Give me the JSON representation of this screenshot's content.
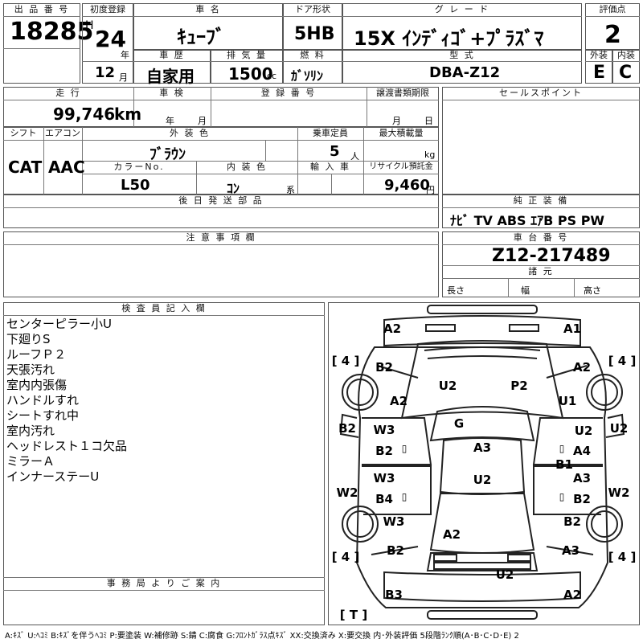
{
  "header": {
    "lot_label": "出 品 番 号",
    "lot_number": "18285",
    "first_reg_label": "初度登録",
    "era": "H",
    "year": "24",
    "year_unit": "年",
    "month": "12",
    "month_unit": "月",
    "car_name_label": "車  名",
    "car_name": "ｷｭｰﾌﾞ",
    "door_label": "ドア形状",
    "door": "5HB",
    "grade_label": "グ レ ー ド",
    "grade": "15X ｲﾝﾃﾞｨｺﾞ+ﾌﾟﾗｽﾞﾏ",
    "score_label": "評価点",
    "score": "2",
    "history_label": "車  歴",
    "history": "自家用",
    "displacement_label": "排 気 量",
    "displacement": "1500",
    "displacement_unit": "cc",
    "fuel_label": "燃  料",
    "fuel": "ｶﾞｿﾘﾝ",
    "model_label": "型  式",
    "model": "DBA-Z12",
    "exterior_label": "外装",
    "exterior": "E",
    "interior_label": "内装",
    "interior": "C"
  },
  "details": {
    "mileage_label": "走  行",
    "mileage": "99,746",
    "mileage_unit": "km",
    "inspection_label": "車  検",
    "inspection_year_unit": "年",
    "inspection_month_unit": "月",
    "reg_label": "登 録 番 号",
    "transfer_label": "譲渡書類期限",
    "transfer_month_unit": "月",
    "transfer_day_unit": "日",
    "shift_label": "シフト",
    "shift": "CAT",
    "ac_label": "エアコン",
    "ac": "AAC",
    "ext_color_label": "外 装 色",
    "ext_color": "ﾌﾞﾗｳﾝ",
    "capacity_label": "乗車定員",
    "capacity": "5",
    "capacity_unit": "人",
    "load_label": "最大積載量",
    "load_unit": "kg",
    "color_no_label": "カラーNo.",
    "color_no": "L50",
    "int_color_label": "内 装 色",
    "int_color": "ｺﾝ",
    "int_color_unit": "系",
    "import_label": "輸 入 車",
    "recycle_label": "リサイクル預託金",
    "recycle": "9,460",
    "recycle_unit": "円",
    "later_parts_label": "後 日 発 送 部 品"
  },
  "sales": {
    "sales_point_label": "セールスポイント",
    "equipment_label": "純 正 装 備",
    "equipment": "ﾅﾋﾞ  TV  ABS ｴｱB PS PW",
    "chassis_label": "車 台 番 号",
    "chassis": "Z12-217489",
    "spec_label": "諸 元",
    "length_label": "長さ",
    "width_label": "幅",
    "height_label": "高さ"
  },
  "notes": {
    "caution_label": "注 意 事 項 欄",
    "inspector_label": "検 査 員 記 入 欄",
    "inspector_notes": [
      "センターピラー小U",
      "下廻りS",
      "ルーフＰ２",
      "天張汚れ",
      "室内内張傷",
      "ハンドルすれ",
      "シートすれ中",
      "室内汚れ",
      "ヘッドレスト１コ欠品",
      "ミラーＡ",
      "インナーステーU"
    ],
    "office_label": "事 務 局 よ り ご 案 内"
  },
  "diagram": {
    "tire_marks": [
      "[ 4 ]",
      "[ 4 ]",
      "[ 4 ]",
      "[ 4 ]",
      "[ T ]"
    ],
    "labels": [
      "A2",
      "A1",
      "B2",
      "A2",
      "U2",
      "P2",
      "A2",
      "U1",
      "G",
      "B2",
      "U2",
      "W3",
      "U2",
      "B2",
      "A3",
      "A4",
      "B1",
      "W3",
      "A3",
      "U2",
      "B4",
      "B2",
      "W2",
      "W2",
      "W3",
      "B2",
      "A2",
      "B2",
      "A3",
      "U2",
      "B3",
      "A2"
    ]
  },
  "legend": "A:ｷｽﾞ U:ﾍｺﾐ B:ｷｽﾞを伴うﾍｺﾐ P:要塗装 W:補修跡 S:錆 C:腐食 G:ﾌﾛﾝﾄｶﾞﾗｽ点ｷｽﾞ XX:交換済み X:要交換  内･外装評価  5段階ﾗﾝｸ順(A･B･C･D･E) 2"
}
